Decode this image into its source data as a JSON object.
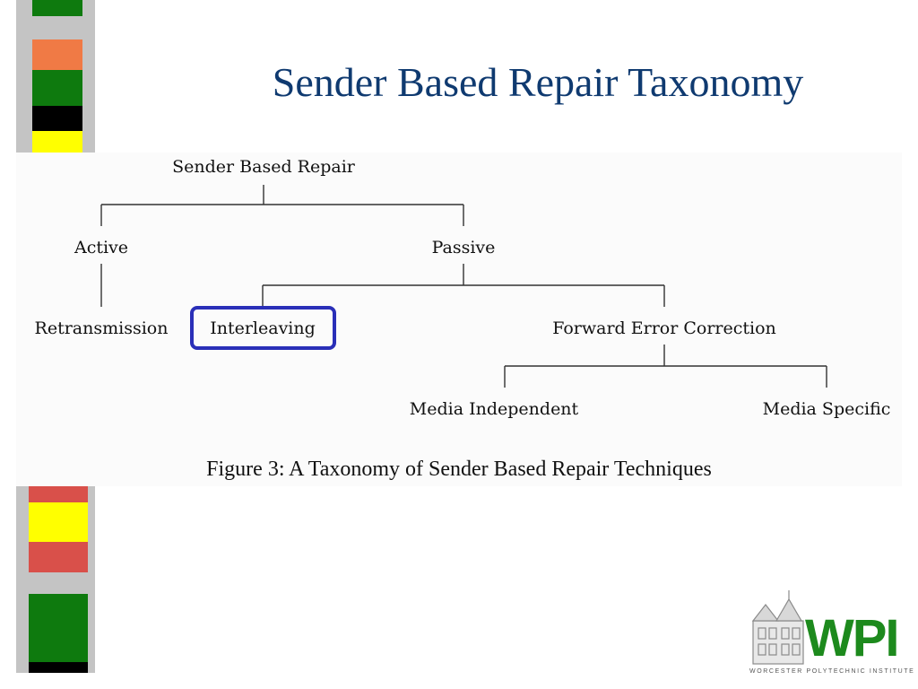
{
  "slide": {
    "title": "Sender Based Repair Taxonomy"
  },
  "colors": {
    "title": "#0f3a70",
    "highlight": "#2a2fb8",
    "stripe_gray": "#c4c4c4",
    "green": "#0e7a0e",
    "orange": "#f07a45",
    "black": "#000000",
    "yellow": "#ffff00",
    "red": "#d9504a",
    "logo_green": "#1d8a1d"
  },
  "figure": {
    "nodes": {
      "root": "Sender Based Repair",
      "active": "Active",
      "passive": "Passive",
      "retransmission": "Retransmission",
      "interleaving": "Interleaving",
      "fec": "Forward Error Correction",
      "media_independent": "Media Independent",
      "media_specific": "Media Specific"
    },
    "highlighted_node": "Interleaving",
    "caption": "Figure 3:  A Taxonomy of Sender Based Repair Techniques"
  },
  "logo": {
    "text": "WPI",
    "subtitle": "WORCESTER POLYTECHNIC INSTITUTE"
  }
}
